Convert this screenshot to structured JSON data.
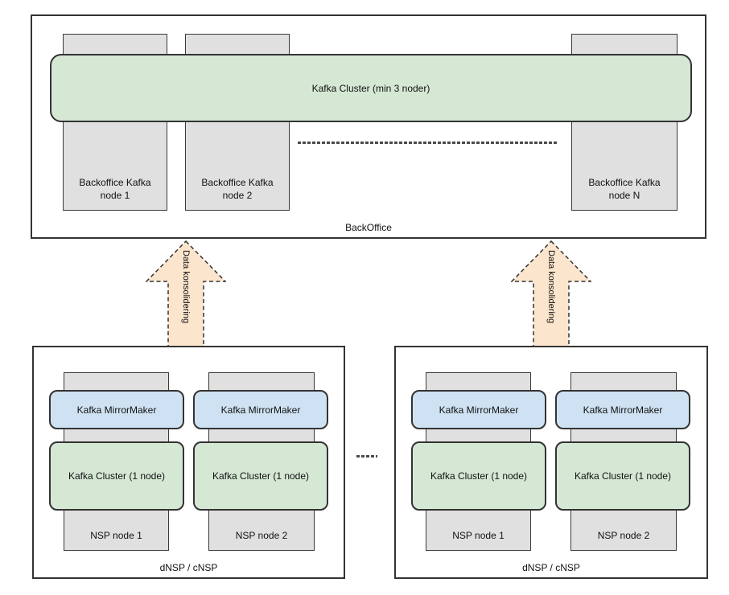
{
  "colors": {
    "green": "#d5e8d4",
    "blue": "#cfe2f3",
    "gray": "#e0e0e0",
    "arrow_fill": "#fce5cd",
    "border": "#333333"
  },
  "backoffice": {
    "label": "BackOffice",
    "cluster_label": "Kafka Cluster (min 3 noder)",
    "nodes": [
      {
        "line1": "Backoffice Kafka",
        "line2": "node 1"
      },
      {
        "line1": "Backoffice Kafka",
        "line2": "node 2"
      },
      {
        "line1": "Backoffice Kafka",
        "line2": "node N"
      }
    ]
  },
  "consolidation_arrows": [
    {
      "label": "Data konsolidering"
    },
    {
      "label": "Data konsolidering"
    }
  ],
  "nsp_groups": [
    {
      "label": "dNSP / cNSP",
      "nodes": [
        {
          "mirror_label": "Kafka MirrorMaker",
          "cluster_label": "Kafka Cluster (1 node)",
          "node_label": "NSP node 1"
        },
        {
          "mirror_label": "Kafka MirrorMaker",
          "cluster_label": "Kafka Cluster (1 node)",
          "node_label": "NSP node 2"
        }
      ]
    },
    {
      "label": "dNSP / cNSP",
      "nodes": [
        {
          "mirror_label": "Kafka MirrorMaker",
          "cluster_label": "Kafka Cluster (1 node)",
          "node_label": "NSP node 1"
        },
        {
          "mirror_label": "Kafka MirrorMaker",
          "cluster_label": "Kafka Cluster (1 node)",
          "node_label": "NSP node 2"
        }
      ]
    }
  ]
}
